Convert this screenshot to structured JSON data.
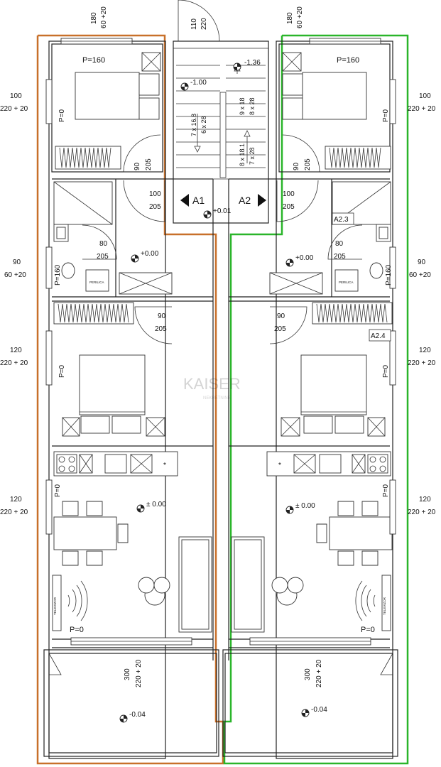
{
  "colors": {
    "apartment_a1": "#c8702a",
    "apartment_a2": "#2ab52a",
    "walls": "#222222"
  },
  "watermark": {
    "brand": "KAISER",
    "tagline": "NEKRETNINE"
  },
  "window_labels": {
    "top_left": [
      "180",
      "60 +20"
    ],
    "top_right": [
      "180",
      "60 +20"
    ],
    "entry_door": [
      "110",
      "220"
    ],
    "left_bed1": [
      "100",
      "220 + 20"
    ],
    "right_bed1": [
      "100",
      "220 + 20"
    ],
    "left_bath": [
      "90",
      "60 +20"
    ],
    "right_bath": [
      "90",
      "60 +20"
    ],
    "left_bed2": [
      "120",
      "220 + 20"
    ],
    "right_bed2": [
      "120",
      "220 + 20"
    ],
    "left_living": [
      "120",
      "220 + 20"
    ],
    "right_living": [
      "120",
      "220 + 20"
    ],
    "left_balcony": [
      "300",
      "220 + 20"
    ],
    "right_balcony": [
      "300",
      "220 + 20"
    ]
  },
  "door_labels": {
    "left_bed1": [
      "90",
      "205"
    ],
    "right_bed1": [
      "90",
      "205"
    ],
    "left_entry": [
      "100",
      "205"
    ],
    "right_entry": [
      "100",
      "205"
    ],
    "left_bath": [
      "80",
      "205"
    ],
    "right_bath": [
      "80",
      "205"
    ],
    "left_bed2": [
      "90",
      "205"
    ],
    "right_bed2": [
      "90",
      "205"
    ]
  },
  "parapets": {
    "left_bed1_p": "P=160",
    "right_bed1_p": "P=160",
    "left_bed1_side": "P=0",
    "right_bed1_side": "P=0",
    "left_bath": "P=160",
    "right_bath": "P=160",
    "left_bed2": "P=0",
    "right_bed2": "P=0",
    "left_living": "P=0",
    "right_living": "P=0",
    "left_tv": "P=0",
    "right_tv": "P=0"
  },
  "levels": {
    "stair_top": "-1.36",
    "stair_mid": "-1.00",
    "landing": "+0.01",
    "left_hall": "+0.00",
    "right_hall": "+0.00",
    "left_living": "± 0.00",
    "right_living": "± 0.00",
    "left_balcony": "-0.04",
    "right_balcony": "-0.04"
  },
  "stairs": {
    "left_run": [
      "7 x 16.8",
      "6 x 28"
    ],
    "upper_run": [
      "9 x 18",
      "8 x 28"
    ],
    "right_run": [
      "8 x 18.1",
      "7 x 28"
    ]
  },
  "apartments": {
    "left": "A1",
    "right": "A2"
  },
  "room_tags": {
    "bath": "A2.3",
    "bed2": "A2.4"
  },
  "appliances": {
    "left_washer": "PERILICA",
    "right_washer": "PERILICA",
    "left_tv": "TELEVIZOR",
    "right_tv": "TELEVIZOR"
  }
}
